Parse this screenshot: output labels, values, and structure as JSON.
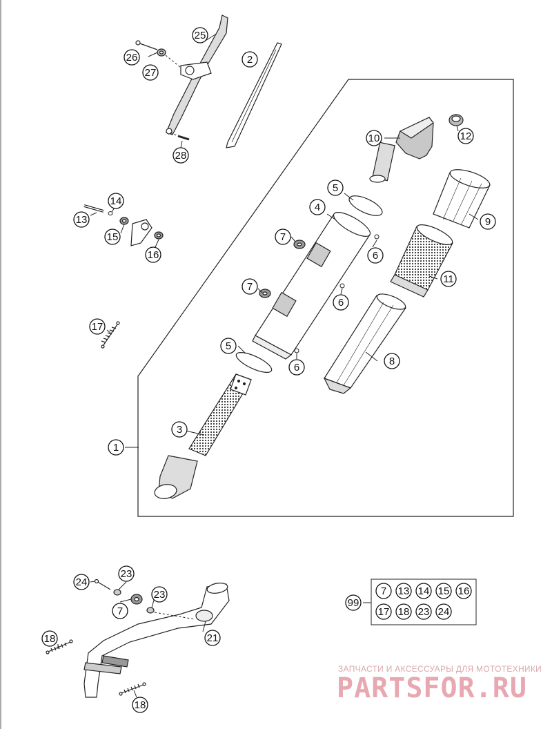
{
  "callouts": [
    {
      "id": "c1",
      "label": "1"
    },
    {
      "id": "c2",
      "label": "2"
    },
    {
      "id": "c3",
      "label": "3"
    },
    {
      "id": "c4",
      "label": "4"
    },
    {
      "id": "c5a",
      "label": "5"
    },
    {
      "id": "c5b",
      "label": "5"
    },
    {
      "id": "c6a",
      "label": "6"
    },
    {
      "id": "c6b",
      "label": "6"
    },
    {
      "id": "c6c",
      "label": "6"
    },
    {
      "id": "c7a",
      "label": "7"
    },
    {
      "id": "c7b",
      "label": "7"
    },
    {
      "id": "c7c",
      "label": "7"
    },
    {
      "id": "c8",
      "label": "8"
    },
    {
      "id": "c9",
      "label": "9"
    },
    {
      "id": "c10",
      "label": "10"
    },
    {
      "id": "c11",
      "label": "11"
    },
    {
      "id": "c12",
      "label": "12"
    },
    {
      "id": "c13",
      "label": "13"
    },
    {
      "id": "c14",
      "label": "14"
    },
    {
      "id": "c15",
      "label": "15"
    },
    {
      "id": "c16",
      "label": "16"
    },
    {
      "id": "c17",
      "label": "17"
    },
    {
      "id": "c18a",
      "label": "18"
    },
    {
      "id": "c18b",
      "label": "18"
    },
    {
      "id": "c21",
      "label": "21"
    },
    {
      "id": "c23a",
      "label": "23"
    },
    {
      "id": "c23b",
      "label": "23"
    },
    {
      "id": "c24",
      "label": "24"
    },
    {
      "id": "c25",
      "label": "25"
    },
    {
      "id": "c26",
      "label": "26"
    },
    {
      "id": "c27",
      "label": "27"
    },
    {
      "id": "c28",
      "label": "28"
    },
    {
      "id": "c99",
      "label": "99"
    }
  ],
  "kit_box": {
    "row1": [
      "7",
      "13",
      "14",
      "15",
      "16"
    ],
    "row2": [
      "17",
      "18",
      "23",
      "24"
    ]
  },
  "watermark": {
    "tagline": "ЗАПЧАСТИ И АКСЕССУАРЫ ДЛЯ МОТОТЕХНИКИ",
    "brand": "PARTSFOR.RU"
  },
  "colors": {
    "line": "#222222",
    "watermark": "#e7a8b1"
  }
}
